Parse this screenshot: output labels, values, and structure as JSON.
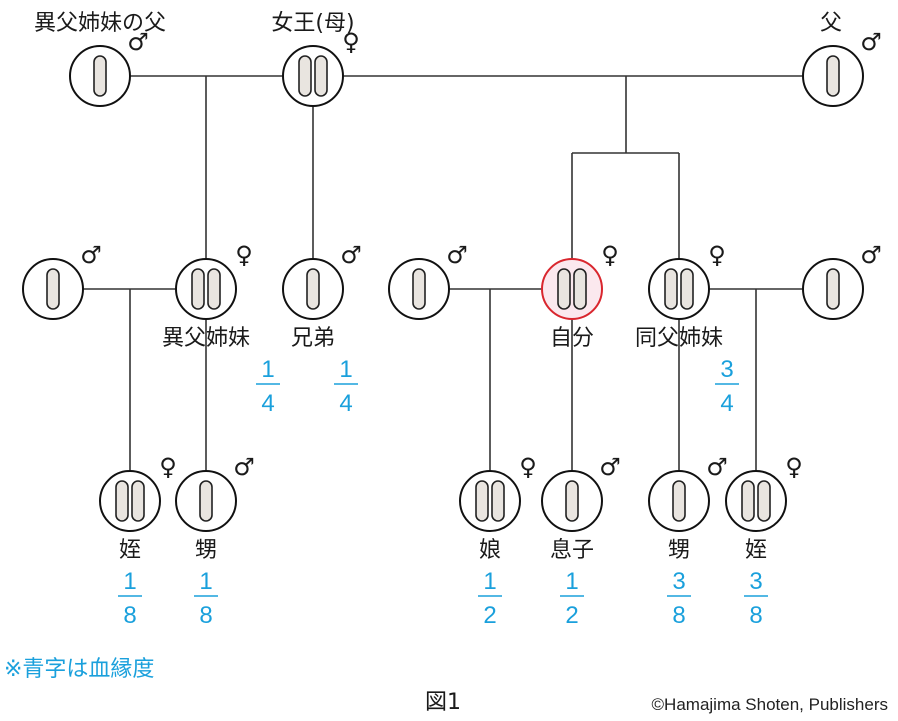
{
  "figure_label": "図1",
  "note": "※青字は血縁度",
  "credit": "©Hamajima Shoten, Publishers",
  "colors": {
    "line": "#333333",
    "fraction": "#1aa0dc",
    "self_stroke": "#d9262e",
    "self_fill": "#fbe8ee",
    "chromosome_fill": "#e9e5e0"
  },
  "people": [
    {
      "id": "halfsis-father",
      "label": "異父姉妹の父",
      "sex": "♂",
      "chromosomes": 1,
      "fraction": null
    },
    {
      "id": "queen",
      "label": "女王(母)",
      "sex": "♀",
      "chromosomes": 2,
      "fraction": null
    },
    {
      "id": "father",
      "label": "父",
      "sex": "♂",
      "chromosomes": 1,
      "fraction": null
    },
    {
      "id": "halfsis-mate",
      "label": "",
      "sex": "♂",
      "chromosomes": 1,
      "fraction": null
    },
    {
      "id": "half-sister",
      "label": "異父姉妹",
      "sex": "♀",
      "chromosomes": 2,
      "fraction": {
        "num": "1",
        "den": "4"
      }
    },
    {
      "id": "brother",
      "label": "兄弟",
      "sex": "♂",
      "chromosomes": 1,
      "fraction": {
        "num": "1",
        "den": "4"
      }
    },
    {
      "id": "self-mate",
      "label": "",
      "sex": "♂",
      "chromosomes": 1,
      "fraction": null
    },
    {
      "id": "self",
      "label": "自分",
      "sex": "♀",
      "chromosomes": 2,
      "fraction": null,
      "highlight": true
    },
    {
      "id": "full-sister",
      "label": "同父姉妹",
      "sex": "♀",
      "chromosomes": 2,
      "fraction": {
        "num": "3",
        "den": "4"
      }
    },
    {
      "id": "sister-mate",
      "label": "",
      "sex": "♂",
      "chromosomes": 1,
      "fraction": null
    },
    {
      "id": "niece-1",
      "label": "姪",
      "sex": "♀",
      "chromosomes": 2,
      "fraction": {
        "num": "1",
        "den": "8"
      }
    },
    {
      "id": "nephew-1",
      "label": "甥",
      "sex": "♂",
      "chromosomes": 1,
      "fraction": {
        "num": "1",
        "den": "8"
      }
    },
    {
      "id": "daughter",
      "label": "娘",
      "sex": "♀",
      "chromosomes": 2,
      "fraction": {
        "num": "1",
        "den": "2"
      }
    },
    {
      "id": "son",
      "label": "息子",
      "sex": "♂",
      "chromosomes": 1,
      "fraction": {
        "num": "1",
        "den": "2"
      }
    },
    {
      "id": "nephew-2",
      "label": "甥",
      "sex": "♂",
      "chromosomes": 1,
      "fraction": {
        "num": "3",
        "den": "8"
      }
    },
    {
      "id": "niece-2",
      "label": "姪",
      "sex": "♀",
      "chromosomes": 2,
      "fraction": {
        "num": "3",
        "den": "8"
      }
    }
  ]
}
